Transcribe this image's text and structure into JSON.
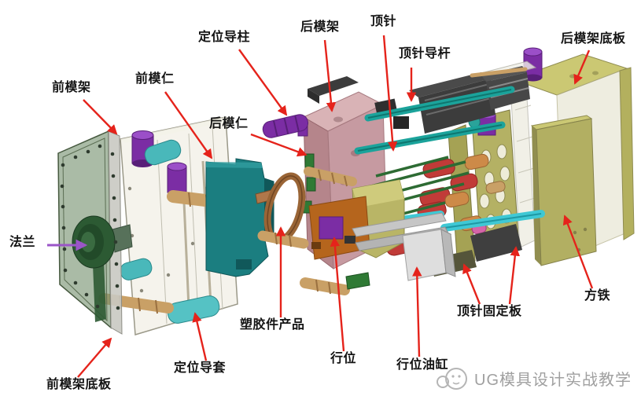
{
  "figure": {
    "type": "exploded-view-injection-mold-diagram",
    "background": "#ffffff"
  },
  "labels": {
    "front_mold_frame": "前模架",
    "front_core_insert": "前模仁",
    "locating_guide_pillar": "定位导柱",
    "rear_mold_frame": "后模架",
    "ejector_pin": "顶针",
    "ejector_pin_guide_rod": "顶针导杆",
    "rear_mold_frame_base_plate": "后模架底板",
    "rear_core_insert": "后模仁",
    "flange": "法兰",
    "front_mold_frame_base_plate": "前模架底板",
    "locating_guide_sleeve": "定位导套",
    "plastic_product": "塑胶件产品",
    "slider": "行位",
    "slider_oil_cylinder": "行位油缸",
    "ejector_pin_retainer_plate": "顶针固定板",
    "spacer_block": "方铁"
  },
  "watermark": {
    "text": "UG模具设计实战教学",
    "logo": "chat-mascot-logo"
  },
  "colors": {
    "annotation_arrow": "#e5231b",
    "flange_arrow": "#9b55c8",
    "label_text": "#141414",
    "watermark_gray": "#a0a0a0",
    "front_base_plate_green": "#76916f",
    "a_plate_ivory": "#ece9dc",
    "front_core_teal": "#1b7e80",
    "b_plate_pink": "#c69aa1",
    "purple_parts": "#7b2da4",
    "cyan_sleeves": "#55c2c4",
    "teal_rods": "#1ba39b",
    "copper_product": "#9a6536",
    "olive_plates": "#b2af62",
    "rear_base_plate_olive": "#cbc873",
    "red_cylinders": "#c13b38",
    "orange_cylinders": "#cd8a48",
    "tan_rods": "#c9a066",
    "gray_cylinder_box": "#dedede",
    "dark_blocks": "#3c3c3c",
    "slider_orange": "#b5651d",
    "slider_seat_olive": "#b9b566"
  }
}
